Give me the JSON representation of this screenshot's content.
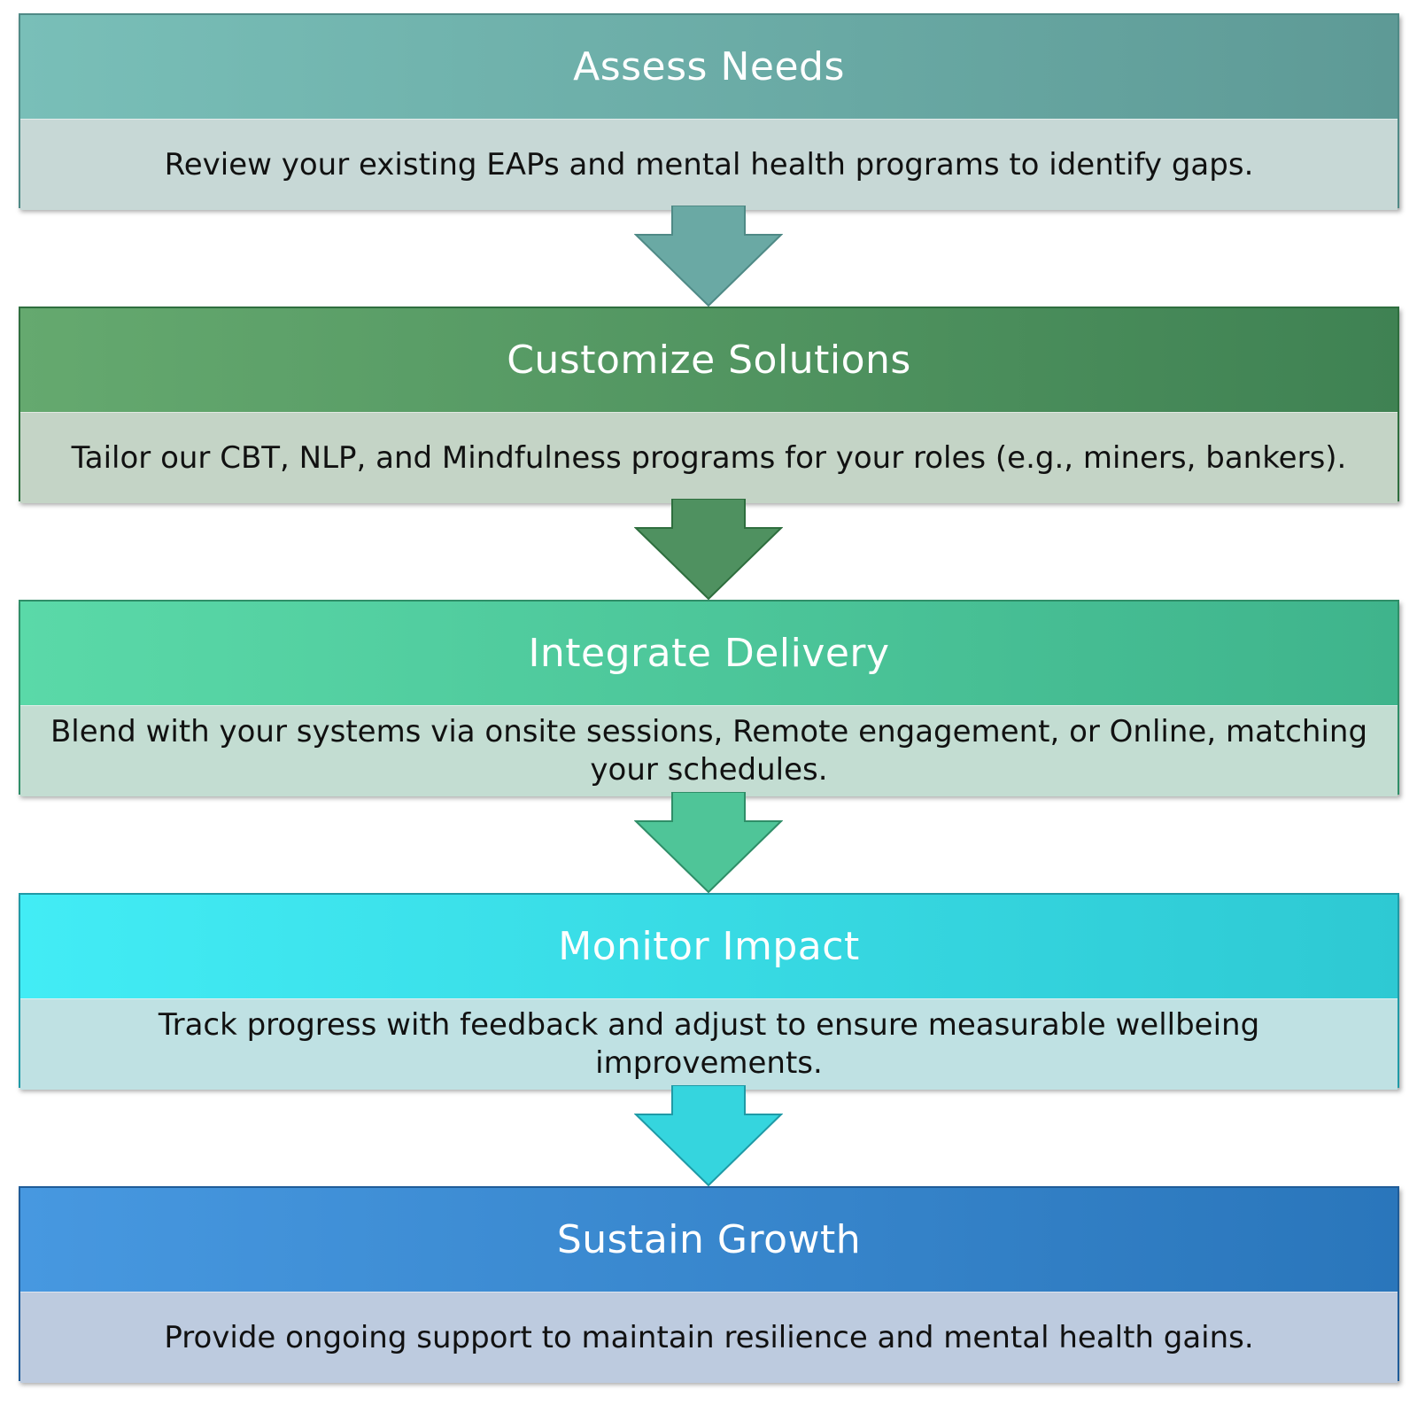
{
  "steps": [
    {
      "title": "Assess Needs",
      "text": "Review your existing EAPs and mental health programs to identify gaps.",
      "colors": {
        "header_light": "#79bfb8",
        "header_dark": "#5e9a96",
        "body": "#c7d8d6",
        "border": "#4f8a86"
      }
    },
    {
      "title": "Customize Solutions",
      "text": "Tailor our CBT, NLP, and Mindfulness programs for your roles (e.g., miners, bankers).",
      "colors": {
        "header_light": "#65a96f",
        "header_dark": "#3f8253",
        "body": "#c4d4c6",
        "border": "#2e6e3e"
      }
    },
    {
      "title": "Integrate Delivery",
      "text": "Blend with your systems via onsite sessions, Remote engagement, or Online, matching your schedules.",
      "colors": {
        "header_light": "#5ad9a8",
        "header_dark": "#3fb48c",
        "body": "#c3ddd2",
        "border": "#2f8e68"
      }
    },
    {
      "title": "Monitor Impact",
      "text": "Track progress with feedback and adjust to ensure measurable wellbeing improvements.",
      "colors": {
        "header_light": "#42ecf5",
        "header_dark": "#2ec9d3",
        "body": "#bfe1e3",
        "border": "#1f9aa6"
      }
    },
    {
      "title": "Sustain Growth",
      "text": "Provide ongoing support to maintain resilience and mental health gains.",
      "colors": {
        "header_light": "#4798e0",
        "header_dark": "#2a76bb",
        "body": "#bdcbdf",
        "border": "#1f5c98"
      }
    }
  ],
  "arrows": [
    {
      "color": "#6aa9a4",
      "border": "#4f8a86"
    },
    {
      "color": "#4f9160",
      "border": "#2e6e3e"
    },
    {
      "color": "#4fc598",
      "border": "#2f8e68"
    },
    {
      "color": "#35d5de",
      "border": "#1f9aa6"
    }
  ]
}
